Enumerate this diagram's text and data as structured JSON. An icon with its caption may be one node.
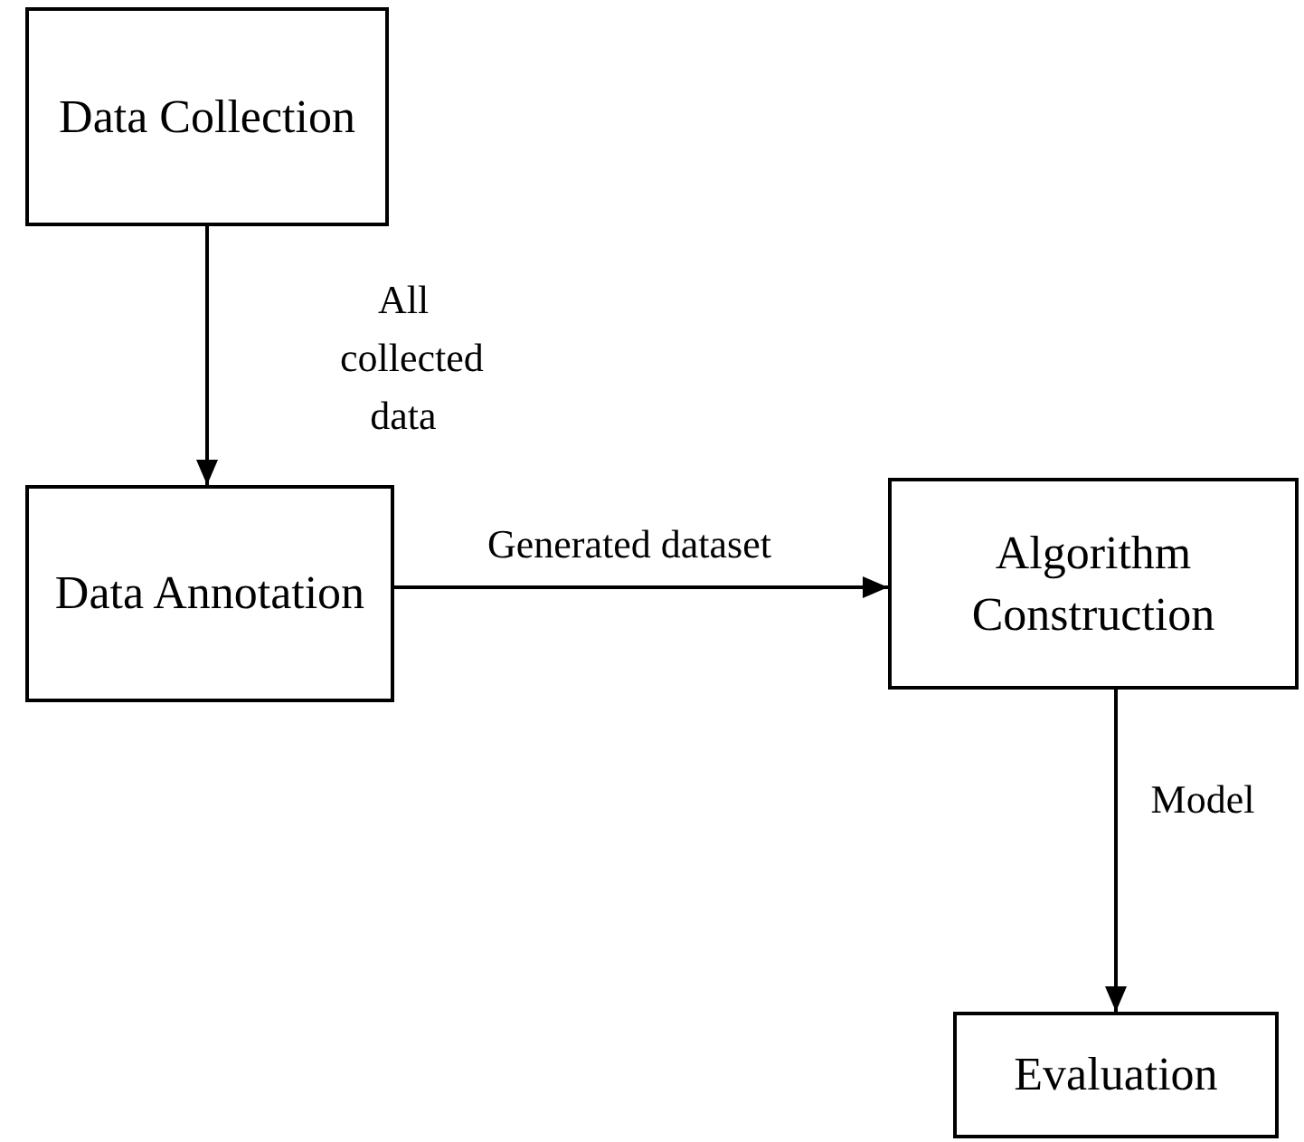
{
  "diagram": {
    "nodes": [
      {
        "text": [
          "Data Collection"
        ]
      },
      {
        "text": [
          "Data Annotation"
        ]
      },
      {
        "text": [
          "Algorithm Construction"
        ]
      },
      {
        "text": [
          "Evaluation"
        ]
      }
    ],
    "edges": [
      {
        "from": 0,
        "to": 1,
        "arrow": "to",
        "label": "All collected data"
      },
      {
        "from": 1,
        "to": 2,
        "arrow": "to",
        "label": "Generated dataset"
      },
      {
        "from": 2,
        "to": 3,
        "arrow": "to",
        "label": "Model"
      }
    ]
  }
}
